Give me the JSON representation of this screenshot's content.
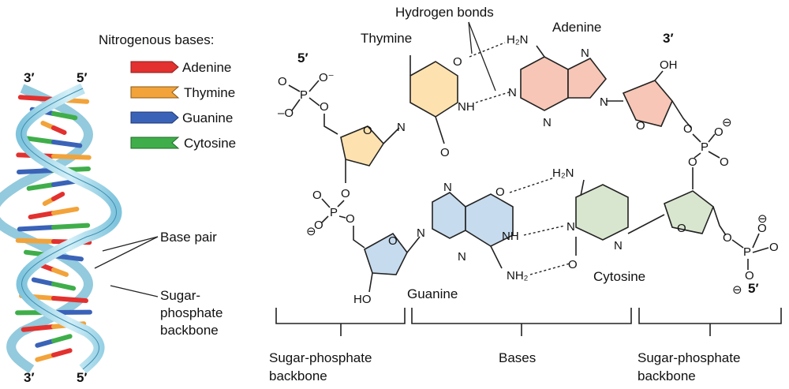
{
  "legend": {
    "title": "Nitrogenous bases:",
    "items": [
      {
        "label": "Adenine",
        "color": "#e2312f"
      },
      {
        "label": "Thymine",
        "color": "#f2a33a"
      },
      {
        "label": "Guanine",
        "color": "#3a63b8"
      },
      {
        "label": "Cytosine",
        "color": "#3fae4a"
      }
    ]
  },
  "helix": {
    "top_left_end": "3′",
    "top_right_end": "5′",
    "bottom_left_end": "3′",
    "bottom_right_end": "5′",
    "base_pair_label": "Base pair",
    "backbone_label_lines": [
      "Sugar-",
      "phosphate",
      "backbone"
    ],
    "backbone_color": "#a9dcec"
  },
  "structure": {
    "hydrogen_bonds_label": "Hydrogen bonds",
    "thymine_label": "Thymine",
    "adenine_label": "Adenine",
    "guanine_label": "Guanine",
    "cytosine_label": "Cytosine",
    "strand_left_top": "5′",
    "strand_right_top": "3′",
    "strand_right_bottom": "5′",
    "colors": {
      "thymine": "#fde2b0",
      "adenine": "#f7c6b6",
      "guanine": "#c7dbee",
      "cytosine": "#d9e6cf",
      "sugar_top_left": "#fde2b0",
      "sugar_top_right": "#f7c6b6",
      "sugar_bottom_left": "#c7dbee",
      "sugar_bottom_right": "#d9e6cf"
    }
  },
  "brackets": {
    "left": [
      "Sugar-phosphate",
      "backbone"
    ],
    "middle": "Bases",
    "right": [
      "Sugar-phosphate",
      "backbone"
    ]
  }
}
